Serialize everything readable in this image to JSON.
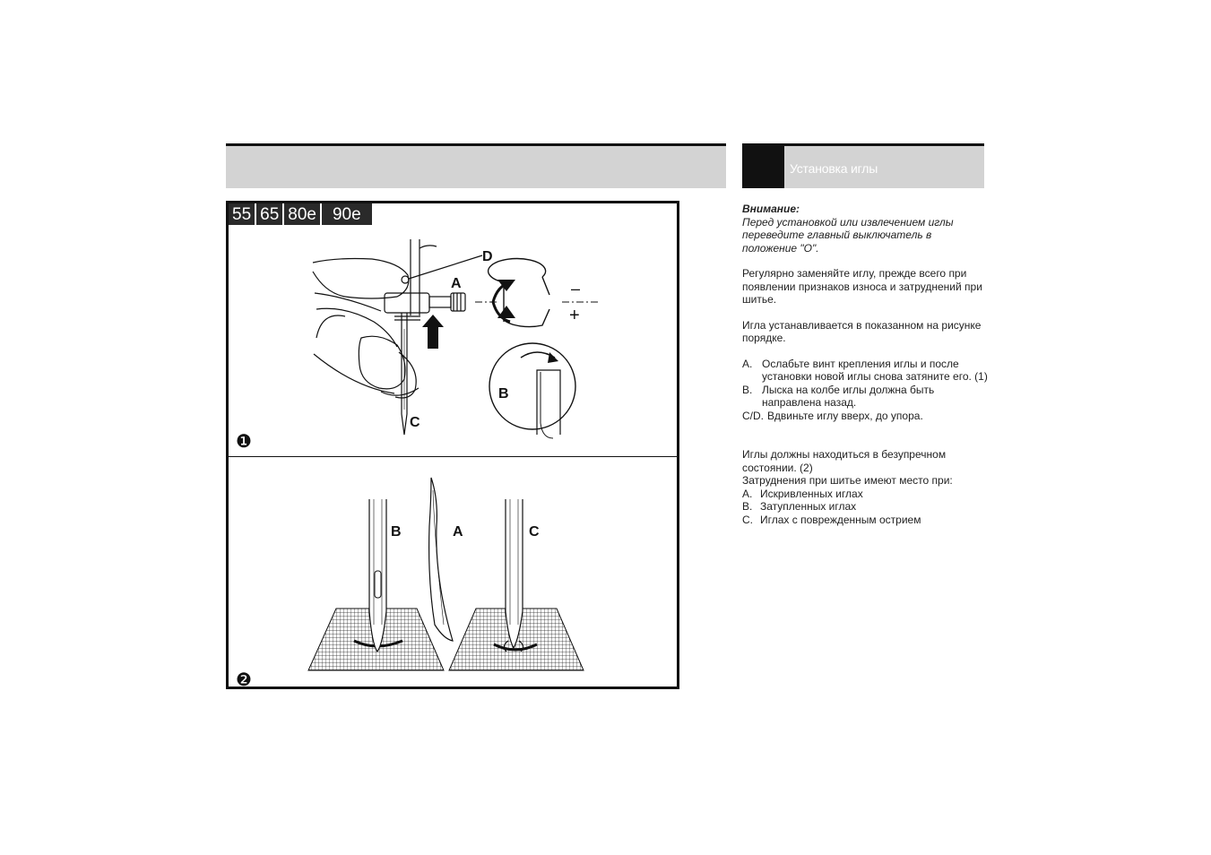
{
  "header": {
    "section_title": "Установка иглы"
  },
  "figure": {
    "model_tabs": [
      "55",
      "65",
      "80e",
      "90e"
    ],
    "callouts_fig1": {
      "a": "A",
      "b": "B",
      "c": "C",
      "d": "D",
      "minus": "–",
      "plus": "+"
    },
    "callouts_fig2": {
      "b": "B",
      "a": "A",
      "c": "C"
    },
    "fig_numbers": {
      "one": "❶",
      "two": "❷"
    }
  },
  "text": {
    "warning_title": "Внимание:",
    "warning_body": "Перед установкой или извлечением иглы переведите главный выключатель в положение \"O\".",
    "para1": "Регулярно заменяйте иглу, прежде всего при появлении признаков износа и затруднений при шитье.",
    "para2": "Игла устанавливается в показанном на рисунке порядке.",
    "steps": [
      {
        "key": "A.",
        "text": "Ослабьте винт крепления иглы и после установки новой иглы снова затяните его. (1)"
      },
      {
        "key": "B.",
        "text": "Лыска на колбе иглы должна быть направлена назад."
      },
      {
        "key": "C/D.",
        "text": "Вдвиньте иглу вверх, до упора."
      }
    ],
    "para3": "Иглы должны находиться в безупречном состоянии. (2)",
    "para4": "Затруднения при шитье имеют место при:",
    "defects": [
      {
        "key": "A.",
        "text": "Искривленных иглах"
      },
      {
        "key": "B.",
        "text": "Затупленных иглах"
      },
      {
        "key": "C.",
        "text": "Иглах с поврежденным острием"
      }
    ]
  }
}
